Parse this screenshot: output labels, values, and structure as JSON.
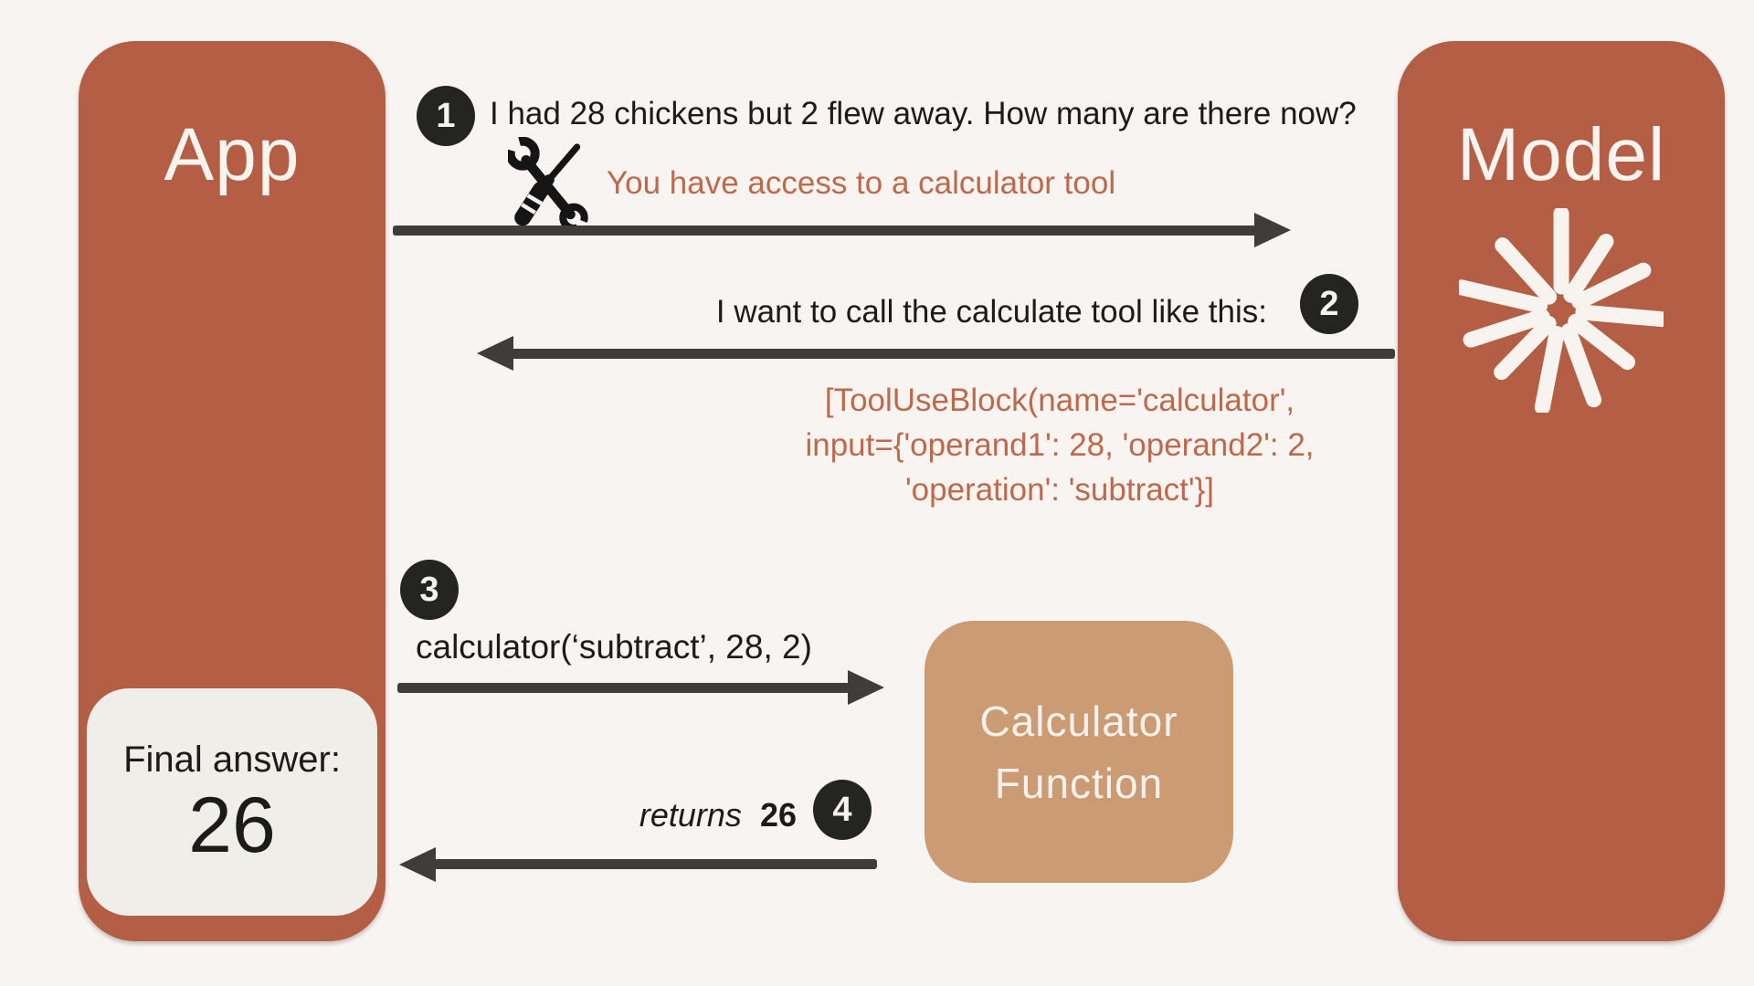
{
  "palette": {
    "background": "#f7f4f2",
    "pillar_rust": "#b45f45",
    "calculator_tan": "#cb9b73",
    "final_box_cream": "#f0eee8",
    "code_orange": "#bf694b",
    "arrow_dark": "#3e3d3a",
    "circle_black": "#242422"
  },
  "app_box": {
    "label": "App"
  },
  "model_box": {
    "label": "Model"
  },
  "calculator_box": {
    "label_line1": "Calculator",
    "label_line2": "Function"
  },
  "final_answer": {
    "label": "Final answer:",
    "value": "26"
  },
  "steps": {
    "step1": {
      "number": "1",
      "message": "I had 28 chickens but 2 flew away. How many are there now?",
      "system_note": "You have access to a calculator tool"
    },
    "step2": {
      "number": "2",
      "message": "I want to call the calculate tool like this:",
      "code_line1": "[ToolUseBlock(name='calculator',",
      "code_line2": "input={'operand1': 28, 'operand2': 2,",
      "code_line3": "'operation': 'subtract'}]"
    },
    "step3": {
      "number": "3",
      "call": "calculator(‘subtract’, 28, 2)"
    },
    "step4": {
      "number": "4",
      "word": "returns",
      "value": "26"
    }
  }
}
